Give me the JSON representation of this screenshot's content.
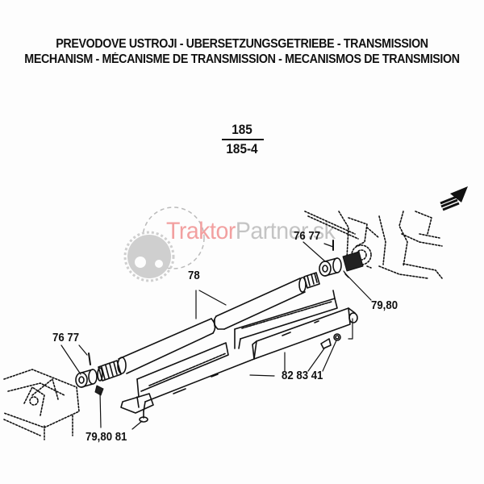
{
  "header": {
    "title_line1": "PREVODOVE USTROJI - UBERSETZUNGSGETRIEBE - TRANSMISSION",
    "title_line2": "MECHANISM - MÉCANISME DE TRANSMISSION - MECANISMOS DE TRANSMISION"
  },
  "figure": {
    "number": "185",
    "sub_number": "185-4"
  },
  "watermark": {
    "part1": "Traktor",
    "part2": "Partner.sk",
    "part1_color": "#f2a0a0",
    "part2_color": "#c4c4c4"
  },
  "callouts": [
    {
      "id": "c-78",
      "text": "78"
    },
    {
      "id": "c-7677-right",
      "text": "76 77"
    },
    {
      "id": "c-7980-right",
      "text": "79,80"
    },
    {
      "id": "c-828341",
      "text": "82 83 41"
    },
    {
      "id": "c-7677-left",
      "text": "76 77"
    },
    {
      "id": "c-798081",
      "text": "79,80 81"
    }
  ],
  "icons": {
    "direction_arrow": "forward-arrow-icon",
    "watermark_logo": "gear-tractor-logo-icon"
  }
}
